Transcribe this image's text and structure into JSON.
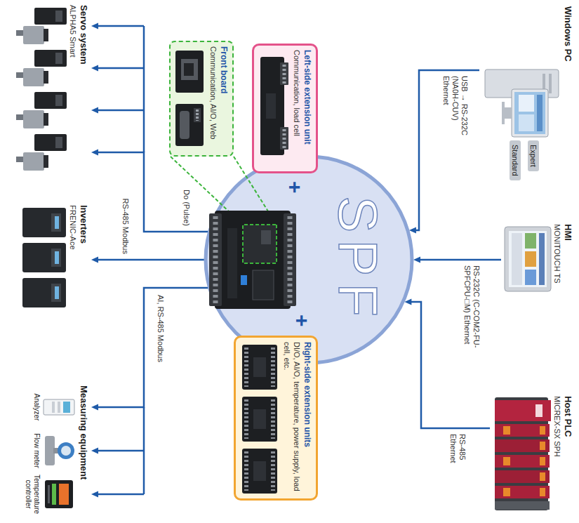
{
  "diagram": {
    "nodes": [
      {
        "text": [
          "SPF"
        ]
      },
      {
        "text": [
          "Left-side extension unit",
          "Communication, load cell"
        ]
      },
      {
        "text": [
          "Front board",
          "Communication, AI/O, Web"
        ]
      },
      {
        "text": [
          "Right-side extension units",
          "DI/O, AI/O, temperature, power supply, load cell, etc."
        ]
      },
      {
        "text": [
          "Windows PC"
        ]
      },
      {
        "text": [
          "Expert"
        ],
        "in": 4
      },
      {
        "text": [
          "Standard"
        ],
        "in": 4
      },
      {
        "text": [
          "HMI",
          "MONITOUCH TS"
        ]
      },
      {
        "text": [
          "Host PLC",
          "MICREX-SX SPH"
        ]
      },
      {
        "text": [
          "Servo system",
          "ALPHA5 Smart"
        ]
      },
      {
        "text": [
          "Inverters",
          "FRENIC-Ace"
        ]
      },
      {
        "text": [
          "Measuring equipment"
        ]
      }
    ],
    "edges": [
      {
        "from": 4,
        "to": 0,
        "arrow": "to",
        "label": "USB → RS-232C (NA0H-CUV) Ethernet"
      },
      {
        "from": 7,
        "to": 0,
        "arrow": "to",
        "label": "RS-232C (C-COM2-FU-SPFCPU-□M) Ethernet"
      },
      {
        "from": 8,
        "to": 0,
        "arrow": "to",
        "label": "RS-485 Ethernet"
      },
      {
        "from": 0,
        "to": 9,
        "arrow": "to",
        "label": "Do (Pulse)"
      },
      {
        "from": 0,
        "to": 10,
        "arrow": "to",
        "label": "RS-485 Modbus"
      },
      {
        "from": 0,
        "to": 11,
        "arrow": "to",
        "label": "AI, RS-485 Modbus"
      }
    ],
    "labels": [
      "+",
      "+",
      "Analyzer",
      "Flow meter",
      "Temperature controller"
    ]
  }
}
